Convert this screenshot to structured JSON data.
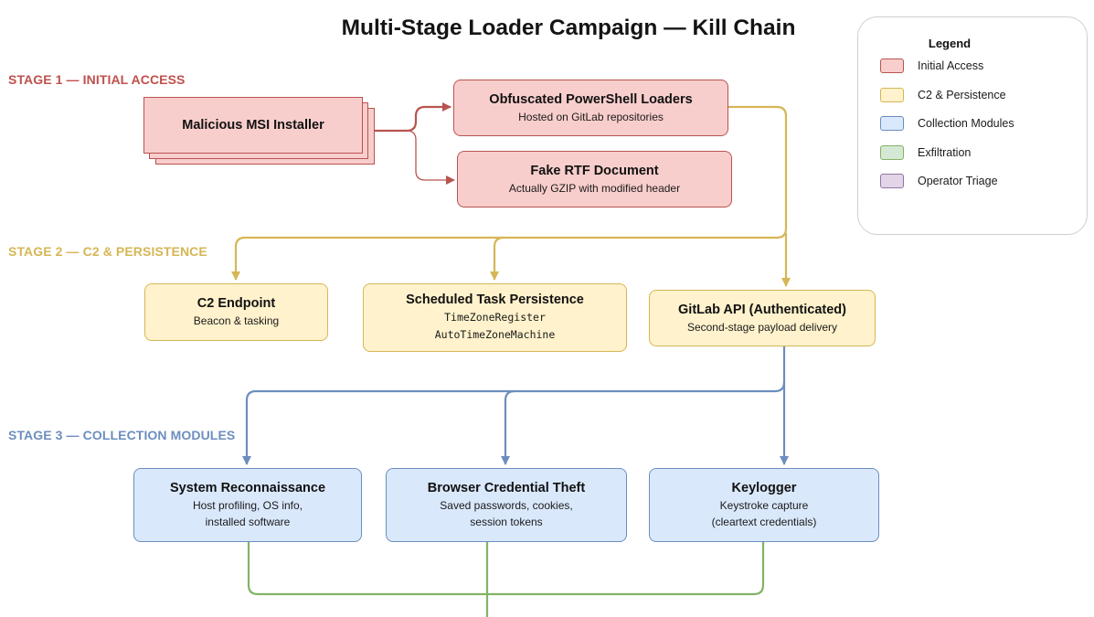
{
  "title": "Multi-Stage Loader Campaign — Kill Chain",
  "colors": {
    "initial_access_fill": "#f8cecc",
    "initial_access_stroke": "#b85450",
    "c2_fill": "#fff2cc",
    "c2_stroke": "#d6b656",
    "collection_fill": "#dae8fc",
    "collection_stroke": "#6c8ebf",
    "exfiltration_fill": "#d5e8d4",
    "exfiltration_stroke": "#82b366",
    "triage_fill": "#e1d5e7",
    "triage_stroke": "#9673a6"
  },
  "stages": {
    "stage1": "STAGE 1 — INITIAL ACCESS",
    "stage2": "STAGE 2 — C2 & PERSISTENCE",
    "stage3": "STAGE 3 — COLLECTION MODULES"
  },
  "nodes": {
    "msi": {
      "title": "Malicious MSI Installer"
    },
    "powershell": {
      "title": "Obfuscated PowerShell Loaders",
      "sub": "Hosted on GitLab repositories"
    },
    "rtf": {
      "title": "Fake RTF Document",
      "sub": "Actually GZIP with modified header"
    },
    "c2": {
      "title": "C2 Endpoint",
      "sub": "Beacon & tasking"
    },
    "task": {
      "title": "Scheduled Task Persistence",
      "mono1": "TimeZoneRegister",
      "mono2": "AutoTimeZoneMachine"
    },
    "gitlab": {
      "title": "GitLab API (Authenticated)",
      "sub": "Second-stage payload delivery"
    },
    "recon": {
      "title": "System Reconnaissance",
      "sub1": "Host profiling, OS info,",
      "sub2": "installed software"
    },
    "browser": {
      "title": "Browser Credential Theft",
      "sub1": "Saved passwords, cookies,",
      "sub2": "session tokens"
    },
    "keylogger": {
      "title": "Keylogger",
      "sub1": "Keystroke capture",
      "sub2": "(cleartext credentials)"
    }
  },
  "legend": {
    "title": "Legend",
    "items": [
      {
        "label": "Initial Access"
      },
      {
        "label": "C2 & Persistence"
      },
      {
        "label": "Collection Modules"
      },
      {
        "label": "Exfiltration"
      },
      {
        "label": "Operator Triage"
      }
    ]
  }
}
